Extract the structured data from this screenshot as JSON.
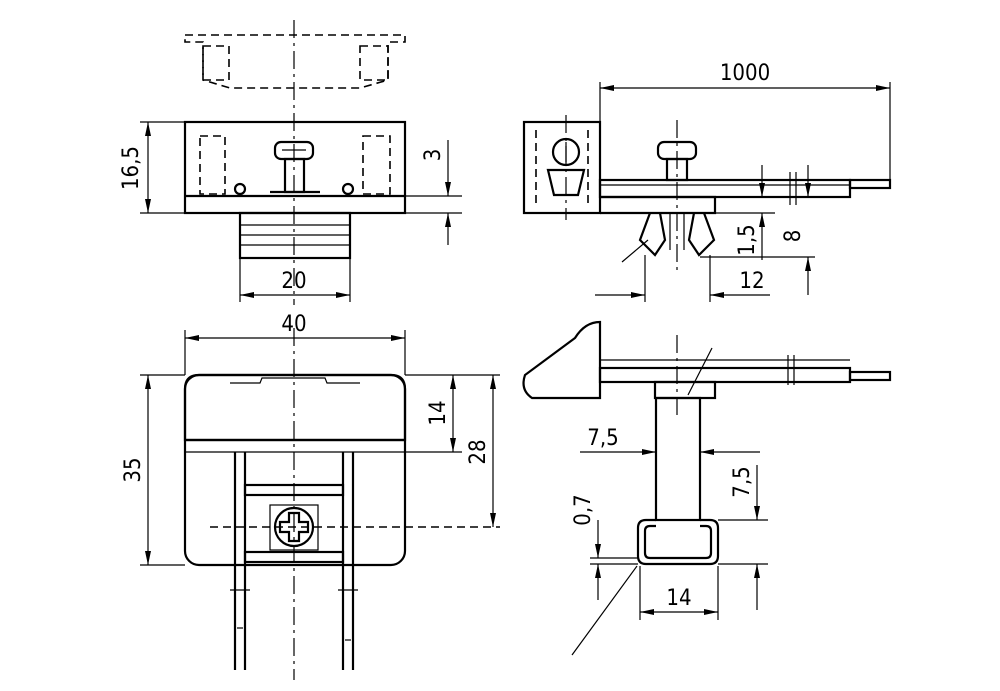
{
  "title": "Technical drawing of cable clamp on mounting rail",
  "dimensions": {
    "cable_length": "1000",
    "height_left": "16,5",
    "plate_offset": "3",
    "base_width": "20",
    "plate_thickness": "1,5",
    "height_right": "8",
    "clip_width": "12",
    "total_width": "40",
    "cover_height": "14",
    "screw_center": "28",
    "total_height": "35",
    "stem_width": "7,5",
    "stem_height": "7,5",
    "rail_thickness": "0,7",
    "rail_width": "14"
  },
  "colors": {
    "line": "#000000",
    "background": "#ffffff"
  }
}
